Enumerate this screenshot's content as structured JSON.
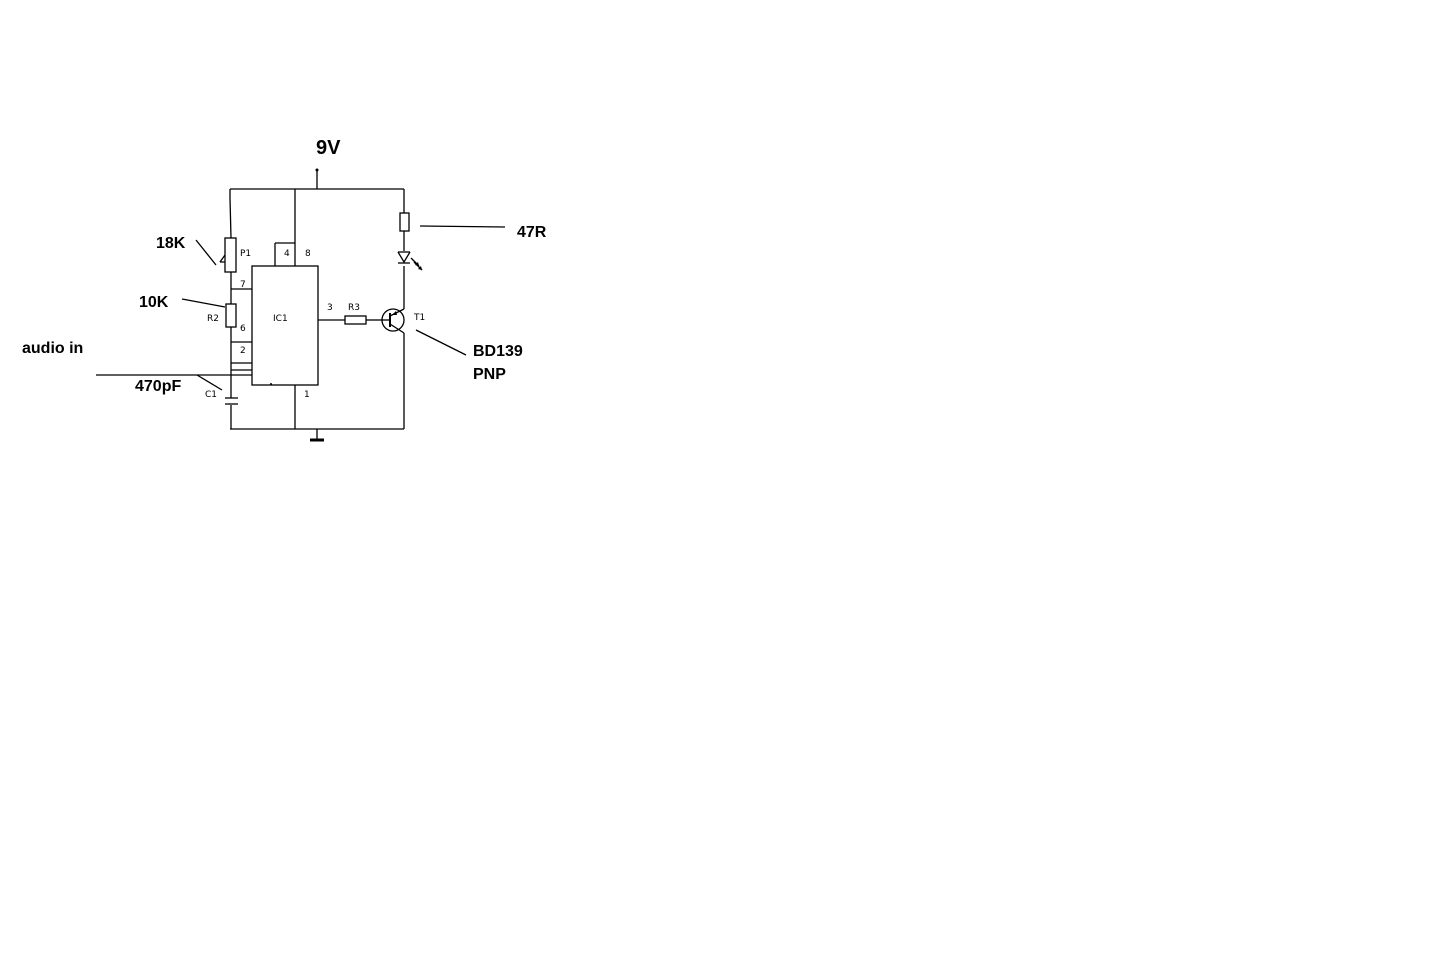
{
  "supply": {
    "label": "9V"
  },
  "values": {
    "p1": "18K",
    "r2": "10K",
    "led_resistor": "47R",
    "c1": "470pF",
    "transistor_line1": "BD139",
    "transistor_line2": "PNP",
    "input": "audio in"
  },
  "designators": {
    "ic": "IC1",
    "p1": "P1",
    "r2": "R2",
    "r3": "R3",
    "c1": "C1",
    "t1": "T1"
  },
  "pins": {
    "p4": "4",
    "p8": "8",
    "p7": "7",
    "p6": "6",
    "p2": "2",
    "p3": "3",
    "p1": "1"
  }
}
